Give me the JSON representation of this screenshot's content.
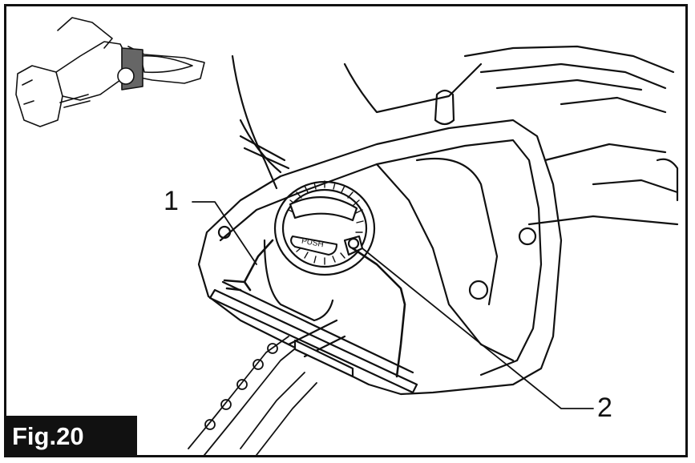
{
  "figure": {
    "label": "Fig.20",
    "callouts": [
      {
        "id": "1",
        "text": "1"
      },
      {
        "id": "2",
        "text": "2"
      }
    ],
    "button_text": "PUSH"
  },
  "colors": {
    "line": "#111111",
    "background": "#ffffff",
    "label_bg": "#111111",
    "label_fg": "#ffffff"
  }
}
